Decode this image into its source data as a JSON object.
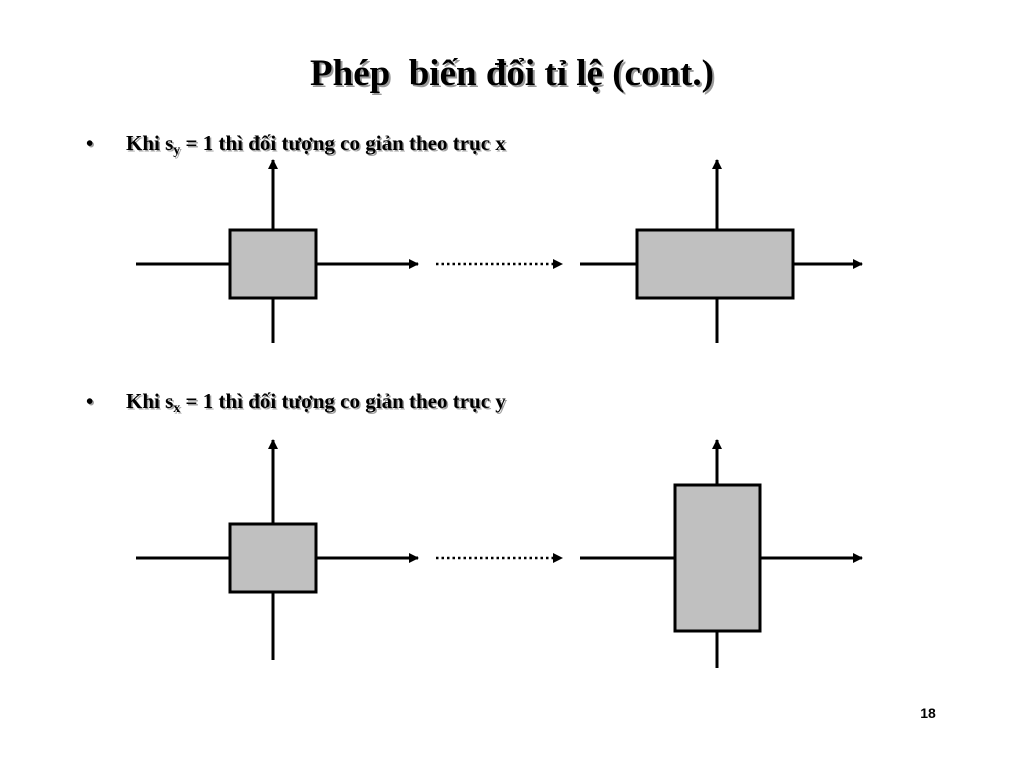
{
  "slide": {
    "title": "Phép  biến đổi tỉ lệ (cont.)",
    "page_number": "18"
  },
  "bullets": [
    {
      "marker": "•",
      "prefix": "Khi s",
      "subscript": "y",
      "suffix": " = 1 thì đối tượng co giản theo trục x"
    },
    {
      "marker": "•",
      "prefix": "Khi s",
      "subscript": "x",
      "suffix": " = 1 thì đối tượng co giản theo trục y"
    }
  ],
  "colors": {
    "box_fill": "#c0c0c0",
    "stroke": "#000000",
    "text_shadow": "#9a9a9a"
  }
}
